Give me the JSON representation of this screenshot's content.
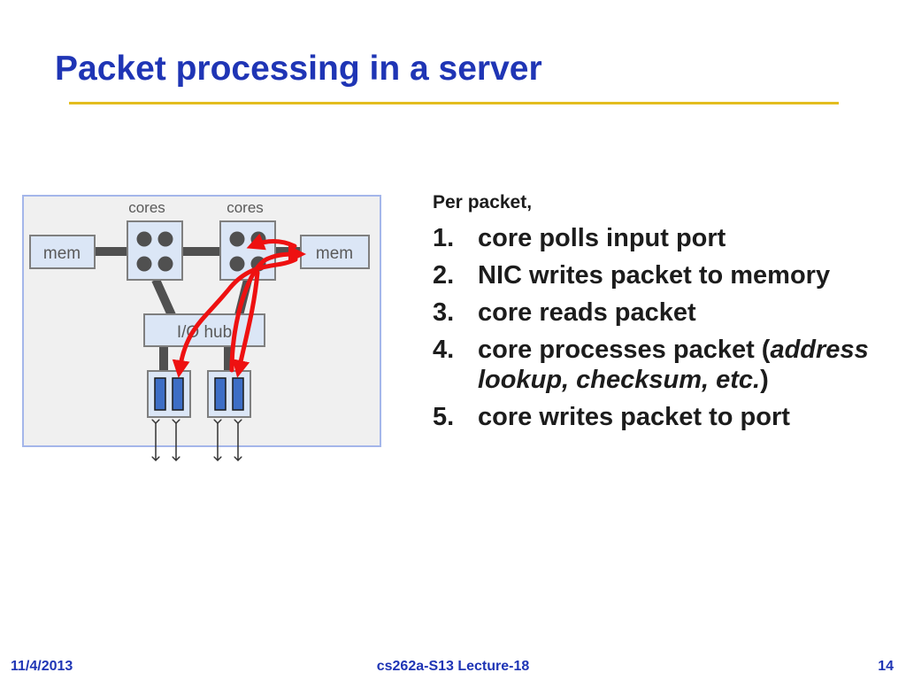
{
  "slide": {
    "title": "Packet processing in a server"
  },
  "diagram": {
    "cores_left_label": "cores",
    "cores_right_label": "cores",
    "mem_left_label": "mem",
    "mem_right_label": "mem",
    "io_hub_label": "I/O hub"
  },
  "content": {
    "intro": "Per packet,",
    "steps": [
      {
        "num": "1.",
        "text": "core polls input port"
      },
      {
        "num": "2.",
        "text": "NIC writes packet to memory"
      },
      {
        "num": "3.",
        "text": "core reads packet"
      },
      {
        "num": "4.",
        "text_before": "core processes packet (",
        "text_italic": "address lookup, checksum, etc.",
        "text_after": ")"
      },
      {
        "num": "5.",
        "text": "core writes packet to port"
      }
    ]
  },
  "footer": {
    "date": "11/4/2013",
    "course": "cs262a-S13 Lecture-18",
    "page": "14"
  },
  "colors": {
    "title": "#1f35b5",
    "rule": "#e3bd1f",
    "diagram_border": "#a4b6ea",
    "diagram_bg": "#f0f0f0",
    "box_fill": "#dbe6f6",
    "core_dot": "#505050",
    "bus": "#505050",
    "arrow": "#ee1111",
    "nic_slot": "#3d6ec6"
  }
}
